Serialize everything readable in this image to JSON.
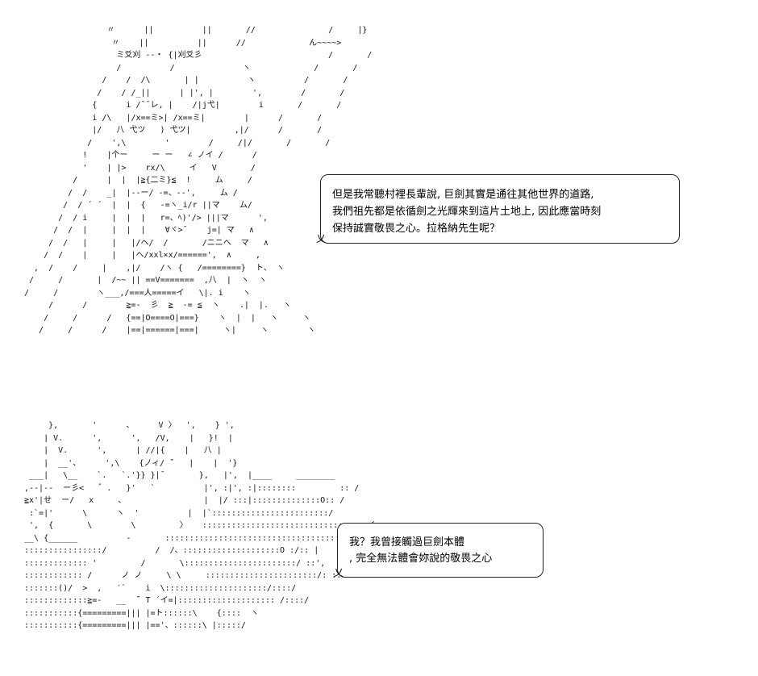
{
  "art": {
    "top": "                 〃      ||          ||       //               /     |}\n                  〃    ||          ||      //             ん~~~~>\n                   ミ爻刈 --・ {|刈爻彡                          /       /\n                   /          /              ヽ             /       /\n                /    /  /\\       | |          ヽ          /       /\n               /    / /_||      | |', |        ',        /       /\n              {      i /¯¯レ, |    /|j弋|        i       /       /\n              i /\\   |/x==ミ>| /x==ミ|        |      /       /\n              |/   八 弋ツ   ) 弋ツ|         ,|/      /       /\n             /    ',\\        '        /     /|/       /       /\n            !    |个ー     ー ー   ∠ ノイ /      /\n            '    | |>    rx/\\     イ   V       /\n          /      |  |  |≧{二ミ}≦  !     ム     /\n         /  /    _|  |--ー/ ‐=、-‐',     ム /\n        /  / ´ ´  |  |  {   -=ヽ_i/r ||マ    ム/\n       /  / i     |  |  |   r=、ﾍ)'/> |||マ      ',\n      /  /  |     |  |  |    ∀ヾ>¯    j=| マ   ∧\n     /  /   |     |   |/ヘ/  /       /ニニヘ  マ   ∧\n    /  /    |     |   |ヘ/xxl×x/======',  ∧     ,\n  ,  /    /     |    ,|/    /ヽ {   /========}  ト、 ヽ\n /     /       |  /~~ || ==V=======  ,八  |  ヽ  ヽ\n/     /        ヽ___,/===人=====イ   \\|. i    ヽ\n     /      /        ≧=-  彡  ≧  -= ≦  ヽ    .|  |.   ヽ\n    /     /      /   {==|O====O|===}    ヽ  |  |   ヽ     ヽ\n   /     /      /    |==|======|===|     ヽ|     ヽ        ヽ",
    "bottom": "     },       '      、     V 〉  ',    } ',\n    | V.      ',      ',   /V,    |   }!  |\n    |  V.      ',      | //|{    |   八 |\n    |  __'、     ',\\    {ノィ/ ̄´   |    |  '}\n ___|   \\__    `.   `.'}} }|¯       },   |',  |____     ________\n,--|--  ー彡<   ゛.   }'   `          |', :|', :|::::::::         :: /\n≧x'|せ  ー/   x     、                |  |/ :::|::::::::::::::O:: /\n :`=|'      \\      ヽ  '          |  |`::::::::::::::::::::::::/\n ',  {       \\        \\         〉   ::::::::::::::::::::::::::::::::::イ\n__\\ {______          -       ::::::::::::::::::::::::::::::::::::/:  |\n::::::::::::::::/          /  /、::::::::::::::::::::O :/:: |\n::::::::::::: '         /       \\:::::::::::::::::::::::/ ::',\n:::::::::::: /      ノ ノ     \\ \\     :::::::::::::::::::::::/: ::\n:::::::()/  >  ,   ′`    i  \\:::::::::::::::::::::/::::/\n:::::::::::::≧=-   __  ̄¯ T ´イ=|:::::::::::::::::::: /::::/\n:::::::::::{=========||| |=ト::::::\\    {::::  ヽ\n:::::::::::{=========||| |=='、::::::\\ |:::::/"
  },
  "speech": {
    "bubble1": {
      "line1": "但是我常聽村裡長輩說, 巨劍其實是通往其他世界的道路,",
      "line2": "我們祖先都是依循劍之光輝來到這片土地上, 因此應當時刻",
      "line3": "保持誠實敬畏之心。拉格納先生呢？"
    },
    "bubble2": {
      "line1": "我？我曾接觸過巨劍本體",
      "line2": ", 完全無法體會妳說的敬畏之心"
    }
  },
  "tails": {
    "t1": "乂",
    "t2": "乂"
  }
}
